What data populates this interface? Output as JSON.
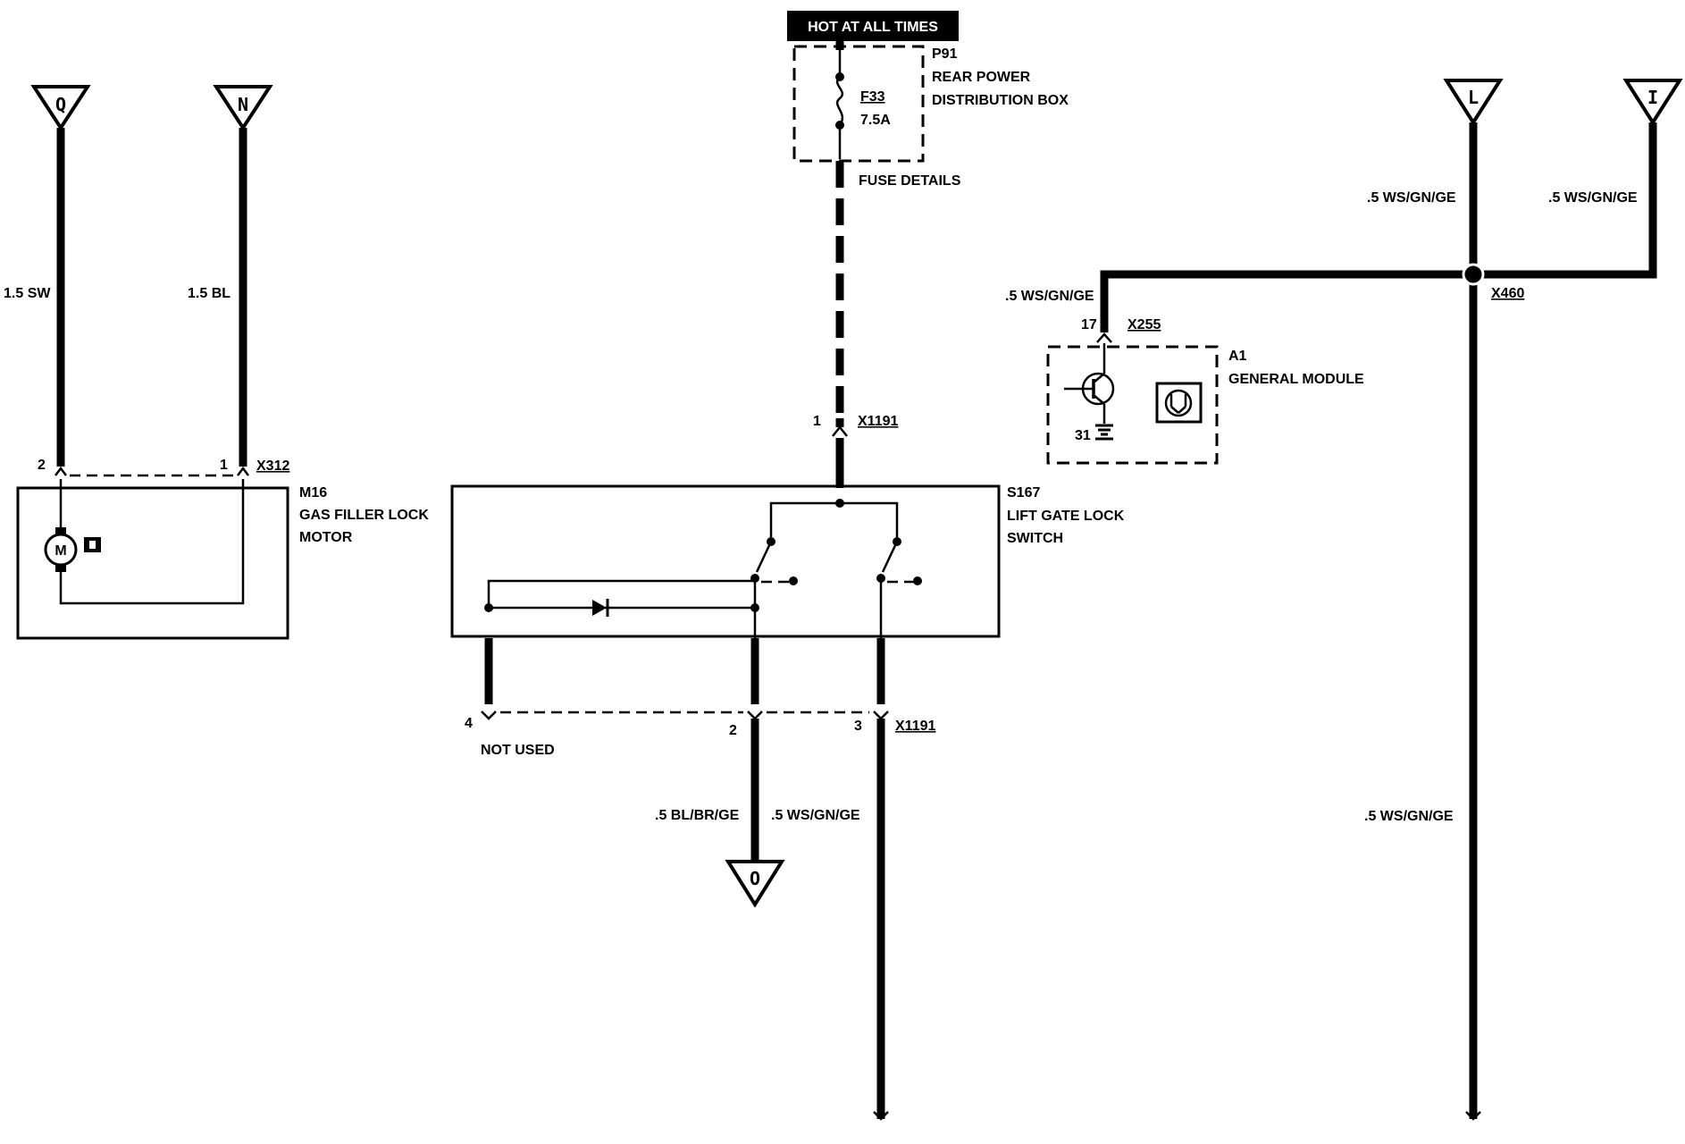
{
  "header": {
    "hot_at_all_times": "HOT AT ALL TIMES"
  },
  "connectors": {
    "q": "Q",
    "n": "N",
    "l": "L",
    "i": "I",
    "o": "O"
  },
  "wires": {
    "q_wire": "1.5 SW",
    "n_wire": "1.5 BL",
    "l_wire_top": ".5 WS/GN/GE",
    "i_wire_top": ".5 WS/GN/GE",
    "to_module": ".5 WS/GN/GE",
    "pin2_wire": ".5 BL/BR/GE",
    "pin3_wire": ".5 WS/GN/GE",
    "l_wire_bottom": ".5 WS/GN/GE"
  },
  "fuse_box": {
    "id": "P91",
    "name_line1": "REAR POWER",
    "name_line2": "DISTRIBUTION BOX",
    "fuse_id": "F33",
    "fuse_rating": "7.5A",
    "fuse_details": "FUSE DETAILS"
  },
  "motor": {
    "id": "M16",
    "name_line1": "GAS FILLER LOCK",
    "name_line2": "MOTOR",
    "connector": "X312",
    "pin_left": "2",
    "pin_right": "1",
    "motor_symbol": "M"
  },
  "switch": {
    "id": "S167",
    "name_line1": "LIFT GATE LOCK",
    "name_line2": "SWITCH",
    "top_connector": "X1191",
    "top_pin": "1",
    "bottom_connector": "X1191",
    "pin4": "4",
    "pin2": "2",
    "pin3": "3",
    "not_used": "NOT USED"
  },
  "module": {
    "id": "A1",
    "name": "GENERAL MODULE",
    "connector": "X255",
    "pin": "17",
    "ground_pin": "31"
  },
  "splice": {
    "id": "X460"
  }
}
